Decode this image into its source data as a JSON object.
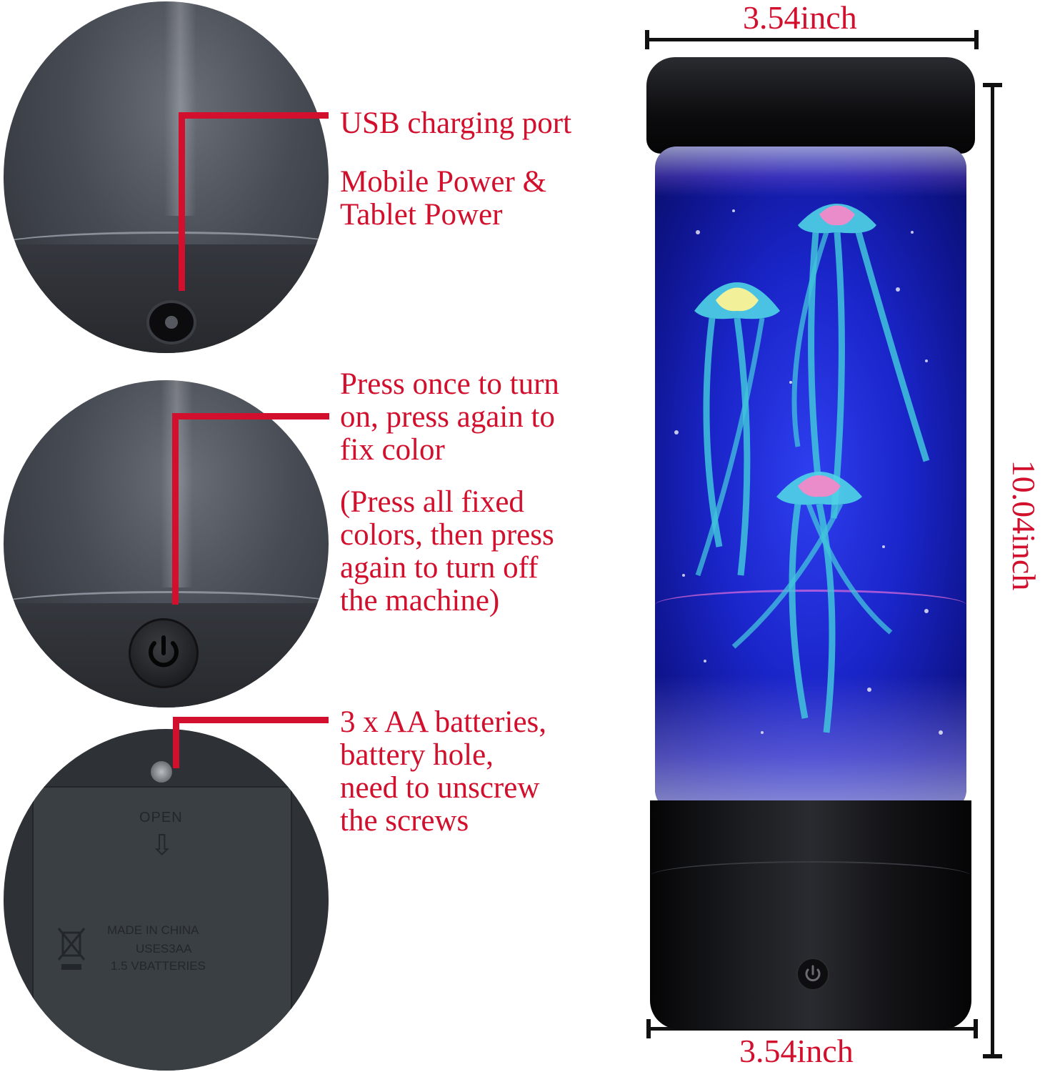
{
  "callouts": {
    "usb_title": "USB charging port",
    "usb_desc": "Mobile Power &\nTablet Power",
    "button_title": "Press once to turn\non, press again to\nfix color",
    "button_desc": "(Press all fixed\ncolors, then press\nagain to turn off\nthe machine)",
    "battery_desc": "3 x AA batteries,\nbattery hole,\nneed to unscrew\nthe screws"
  },
  "battery_cover": {
    "open_text": "OPEN",
    "made_in": "MADE IN CHINA",
    "uses": "USES3AA",
    "batteries": "1.5 VBATTERIES"
  },
  "dimensions": {
    "top_width": "3.54inch",
    "height": "10.04inch",
    "bottom_width": "3.54inch"
  },
  "colors": {
    "callout_red": "#d2102d",
    "lamp_black": "#111111",
    "water_blue": "#1f2fd8"
  }
}
